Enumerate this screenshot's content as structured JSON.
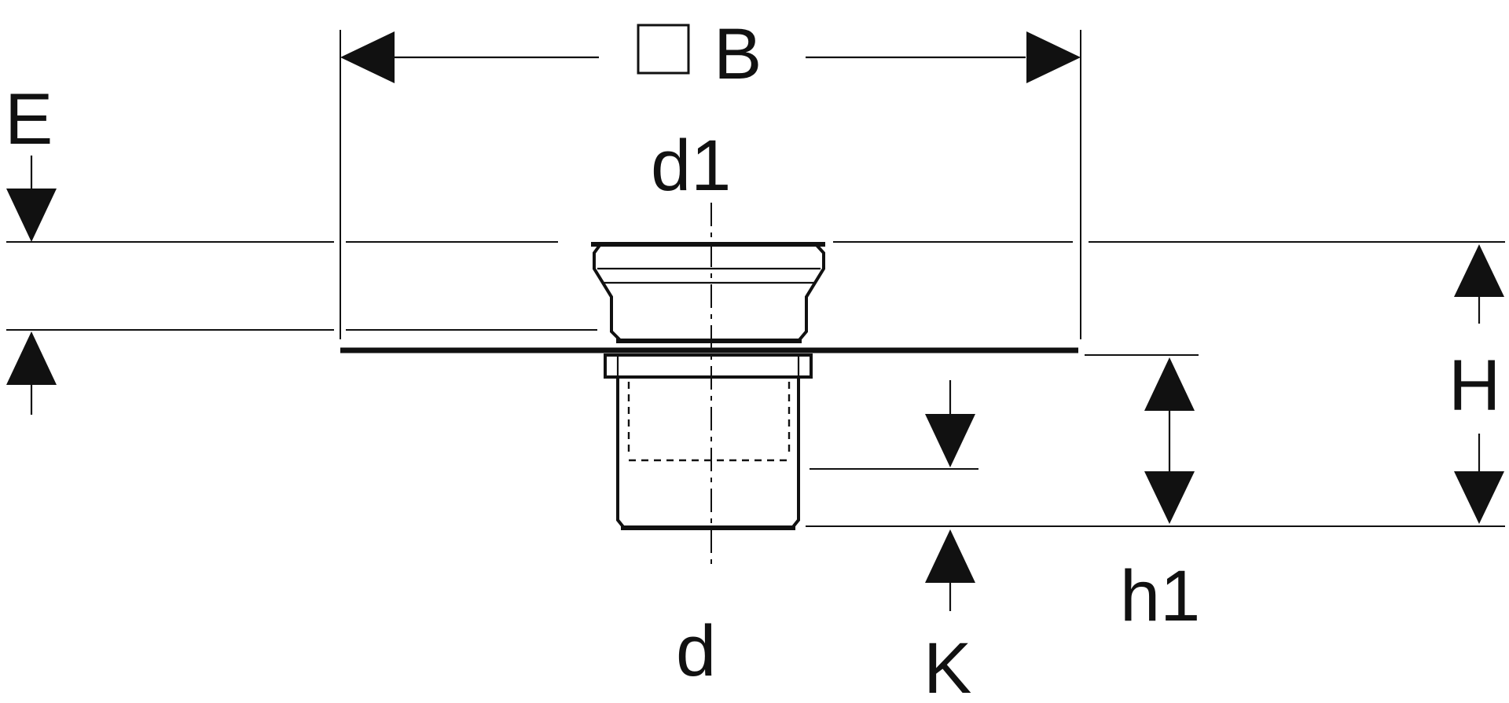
{
  "labels": {
    "width": "B",
    "height_total": "H",
    "height_lower": "h1",
    "upper_diameter": "d1",
    "lower_diameter": "d",
    "top_offset": "E",
    "insertion_depth": "K"
  },
  "symbols": {
    "square": "square-symbol-icon"
  },
  "colors": {
    "ink": "#111111",
    "background": "#ffffff"
  }
}
